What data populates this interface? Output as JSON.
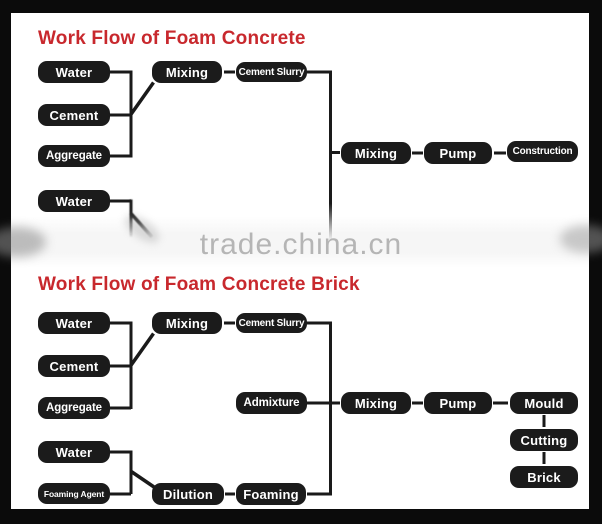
{
  "watermark": {
    "text": "trade.china.cn"
  },
  "colors": {
    "title": "#c8282d",
    "node_bg": "#1b1b1b",
    "node_text": "#ffffff",
    "line": "#1a1a1a",
    "watermark": "#b0b0b0",
    "canvas_bg": "#ffffff",
    "frame_bg": "#0b0b0b"
  },
  "charts": [
    {
      "title": "Work Flow of Foam Concrete",
      "nodes": [
        {
          "id": "water-top",
          "label": "Water"
        },
        {
          "id": "cement",
          "label": "Cement"
        },
        {
          "id": "aggregate",
          "label": "Aggregate"
        },
        {
          "id": "water-bottom",
          "label": "Water"
        },
        {
          "id": "mixing-left",
          "label": "Mixing"
        },
        {
          "id": "cement-slurry",
          "label": "Cement Slurry"
        },
        {
          "id": "mixing-right",
          "label": "Mixing"
        },
        {
          "id": "pump",
          "label": "Pump"
        },
        {
          "id": "construction",
          "label": "Construction"
        }
      ]
    },
    {
      "title": "Work Flow of Foam Concrete Brick",
      "nodes": [
        {
          "id": "water-top",
          "label": "Water"
        },
        {
          "id": "cement",
          "label": "Cement"
        },
        {
          "id": "aggregate",
          "label": "Aggregate"
        },
        {
          "id": "water-bottom",
          "label": "Water"
        },
        {
          "id": "foaming-agent",
          "label": "Foaming Agent"
        },
        {
          "id": "mixing-left",
          "label": "Mixing"
        },
        {
          "id": "cement-slurry",
          "label": "Cement Slurry"
        },
        {
          "id": "admixture",
          "label": "Admixture"
        },
        {
          "id": "dilution",
          "label": "Dilution"
        },
        {
          "id": "foaming",
          "label": "Foaming"
        },
        {
          "id": "mixing-right",
          "label": "Mixing"
        },
        {
          "id": "pump",
          "label": "Pump"
        },
        {
          "id": "mould",
          "label": "Mould"
        },
        {
          "id": "cutting",
          "label": "Cutting"
        },
        {
          "id": "brick",
          "label": "Brick"
        }
      ]
    }
  ]
}
